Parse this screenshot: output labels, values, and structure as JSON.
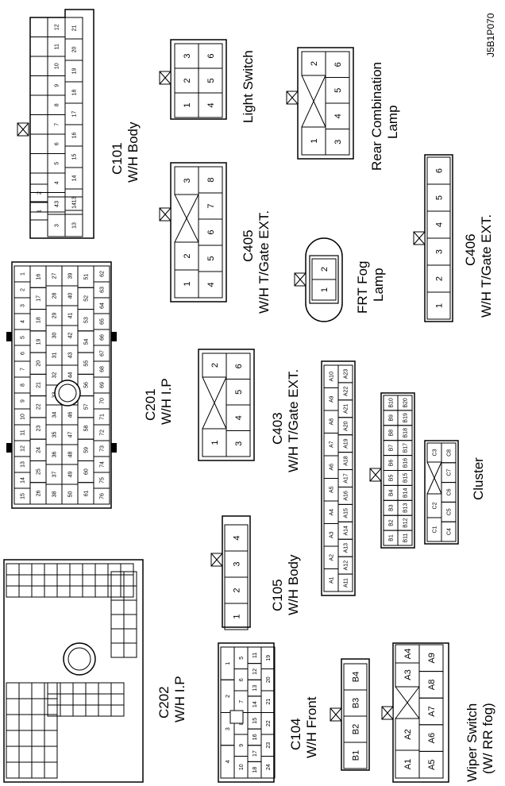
{
  "ref": "J5B1P070",
  "connectors": [
    {
      "id": "C101",
      "labels": [
        "C101",
        "W/H Body"
      ],
      "rows": [
        [
          "12",
          "11",
          "10",
          "9",
          "8",
          "7",
          "6",
          "5",
          "4",
          "3"
        ],
        [
          "21",
          "20",
          "19",
          "18",
          "17",
          "16",
          "15",
          "14",
          "13"
        ]
      ],
      "extra": [
        "1",
        "2",
        "3",
        "4",
        "13",
        "14"
      ]
    },
    {
      "id": "light",
      "labels": [
        "Light Switch"
      ],
      "rows": [
        [
          "3",
          "2",
          "1"
        ],
        [
          "6",
          "5",
          "4"
        ]
      ]
    },
    {
      "id": "rearcomb",
      "labels": [
        "Rear Combination",
        "Lamp"
      ],
      "rows": [
        [
          "2",
          "1"
        ],
        [
          "6",
          "5",
          "4",
          "3"
        ]
      ]
    },
    {
      "id": "C405",
      "labels": [
        "C405",
        "W/H T/Gate EXT."
      ],
      "rows": [
        [
          "3",
          "2",
          "1"
        ],
        [
          "8",
          "7",
          "6",
          "5",
          "4"
        ]
      ]
    },
    {
      "id": "frtfog",
      "labels": [
        "FRT Fog",
        "Lamp"
      ],
      "rows": [
        [
          "2",
          "1"
        ]
      ]
    },
    {
      "id": "C406",
      "labels": [
        "C406",
        "W/H T/Gate EXT."
      ],
      "rows": [
        [
          "6",
          "5",
          "4",
          "3",
          "2",
          "1"
        ]
      ]
    },
    {
      "id": "C201",
      "labels": [
        "C201",
        "W/H I.P"
      ],
      "rows": [
        [
          "1",
          "2",
          "3",
          "4",
          "5",
          "6",
          "7",
          "8",
          "9",
          "10",
          "11",
          "12",
          "13",
          "14",
          "15"
        ],
        [
          "16",
          "17",
          "18",
          "19",
          "20",
          "21",
          "22",
          "23",
          "24",
          "25",
          "26"
        ],
        [
          "27",
          "28",
          "29",
          "30",
          "31",
          "32",
          "33",
          "34",
          "35",
          "36",
          "37",
          "38"
        ],
        [
          "39",
          "40",
          "41",
          "42",
          "43",
          "44",
          "45",
          "46",
          "47",
          "48",
          "49",
          "50"
        ],
        [
          "51",
          "52",
          "53",
          "54",
          "55",
          "56",
          "57",
          "58",
          "59",
          "60",
          "61"
        ],
        [
          "62",
          "63",
          "64",
          "65",
          "66",
          "67",
          "68",
          "69",
          "70",
          "71",
          "72",
          "73",
          "74",
          "75",
          "76"
        ]
      ]
    },
    {
      "id": "C403",
      "labels": [
        "C403",
        "W/H T/Gate EXT."
      ],
      "rows": [
        [
          "2",
          "1"
        ],
        [
          "6",
          "5",
          "4",
          "3"
        ]
      ]
    },
    {
      "id": "C105",
      "labels": [
        "C105",
        "W/H Body"
      ],
      "rows": [
        [
          "1",
          "2",
          "3",
          "4"
        ]
      ]
    },
    {
      "id": "A",
      "rows": [
        [
          "A10",
          "A9",
          "A8",
          "A7",
          "A6",
          "A5",
          "A4",
          "A3",
          "A2",
          "A1"
        ],
        [
          "A23",
          "A22",
          "A21",
          "A20",
          "A19",
          "A18",
          "A17",
          "A16",
          "A15",
          "A14",
          "A13",
          "A12",
          "A11"
        ]
      ]
    },
    {
      "id": "B",
      "rows": [
        [
          "B10",
          "B9",
          "B8",
          "B7",
          "B6",
          "B5",
          "B4",
          "B3",
          "B2",
          "B1"
        ],
        [
          "B20",
          "B19",
          "B18",
          "B17",
          "B16",
          "B15",
          "B14",
          "B13",
          "B12",
          "B11"
        ]
      ]
    },
    {
      "id": "cluster",
      "labels": [
        "Cluster"
      ],
      "rows": [
        [
          "C1",
          "C2",
          "C3"
        ],
        [
          "C4",
          "C5",
          "C6",
          "C7",
          "C8"
        ]
      ]
    },
    {
      "id": "C202",
      "labels": [
        "C202",
        "W/H I.P"
      ]
    },
    {
      "id": "C104",
      "labels": [
        "C104",
        "W/H Front"
      ],
      "rows": [
        [
          "1",
          "2",
          "3",
          "4"
        ],
        [
          "5",
          "6",
          "7",
          "8",
          "9",
          "10"
        ],
        [
          "11",
          "12",
          "13",
          "14",
          "15",
          "16",
          "17",
          "18"
        ],
        [
          "19",
          "20",
          "21",
          "22",
          "23",
          "24"
        ]
      ]
    },
    {
      "id": "frontB",
      "rows": [
        [
          "B1",
          "B2",
          "B3",
          "B4"
        ]
      ]
    },
    {
      "id": "wiper",
      "labels": [
        "Wiper Switch",
        "(W/ RR fog)"
      ],
      "rows": [
        [
          "A1",
          "A2",
          "A3",
          "A4"
        ],
        [
          "A5",
          "A6",
          "A7",
          "A8",
          "A9"
        ]
      ]
    }
  ]
}
